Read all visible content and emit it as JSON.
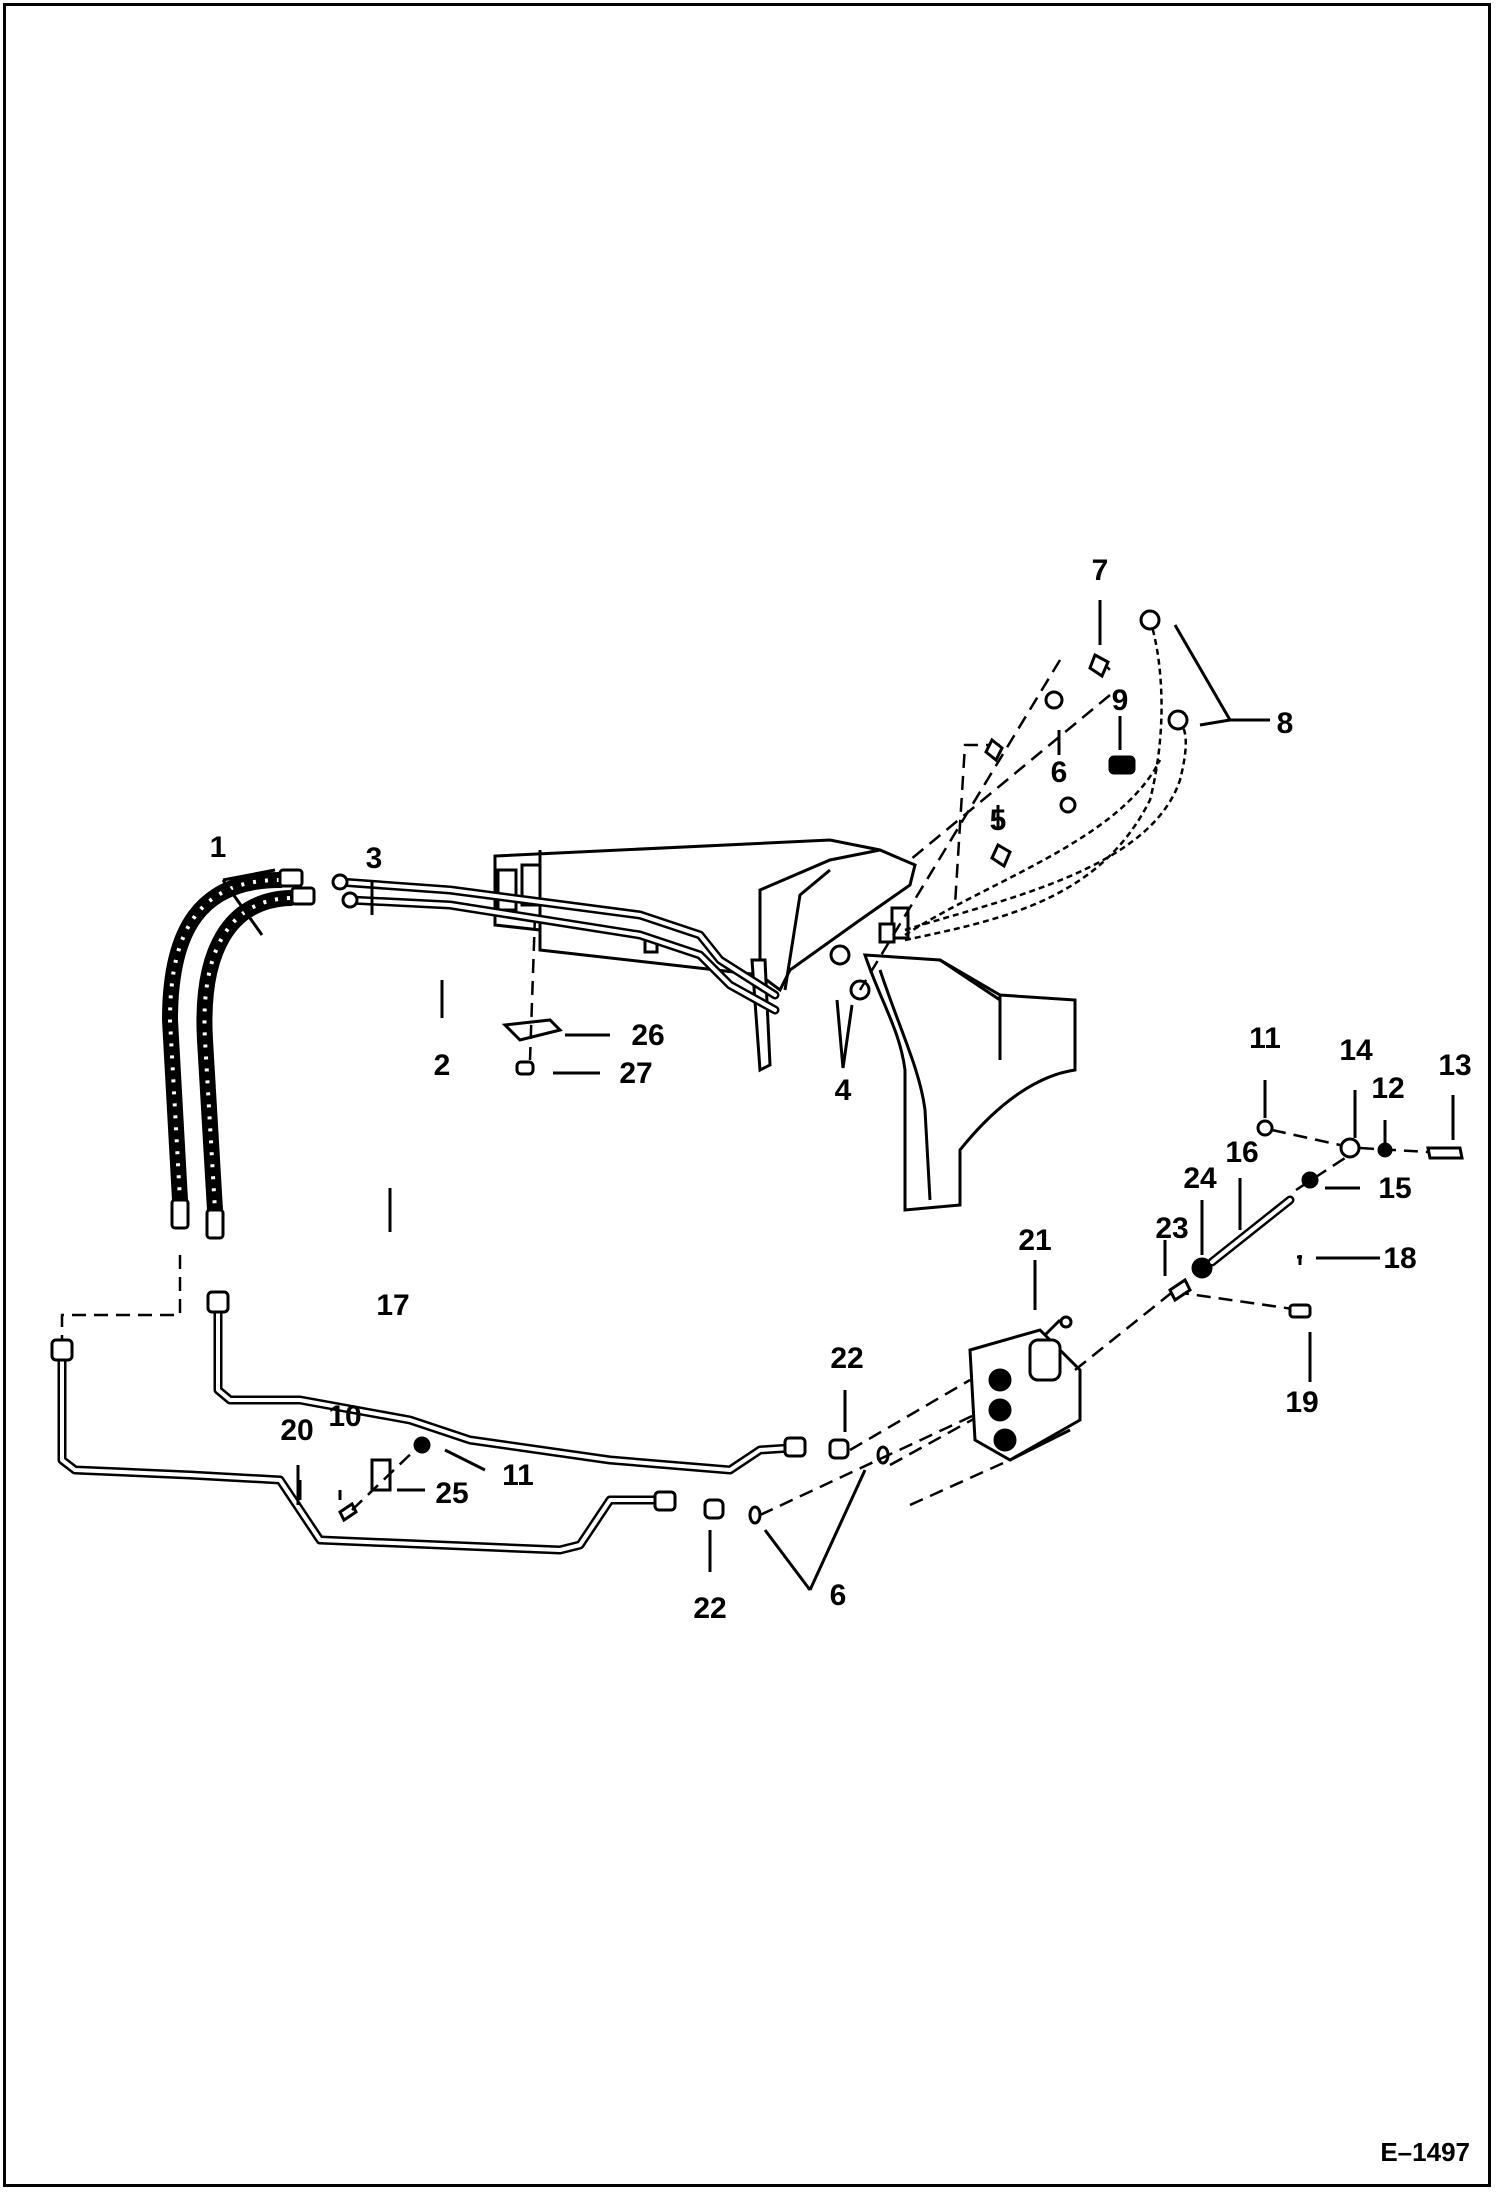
{
  "figure_id": "E–1497",
  "callouts": [
    {
      "id": "c1",
      "text": "1"
    },
    {
      "id": "c2",
      "text": "2"
    },
    {
      "id": "c3",
      "text": "3"
    },
    {
      "id": "c4",
      "text": "4"
    },
    {
      "id": "c5",
      "text": "5"
    },
    {
      "id": "c6a",
      "text": "6"
    },
    {
      "id": "c6b",
      "text": "6"
    },
    {
      "id": "c7",
      "text": "7"
    },
    {
      "id": "c8",
      "text": "8"
    },
    {
      "id": "c9",
      "text": "9"
    },
    {
      "id": "c10",
      "text": "10"
    },
    {
      "id": "c11a",
      "text": "11"
    },
    {
      "id": "c11b",
      "text": "11"
    },
    {
      "id": "c12",
      "text": "12"
    },
    {
      "id": "c13",
      "text": "13"
    },
    {
      "id": "c14",
      "text": "14"
    },
    {
      "id": "c15",
      "text": "15"
    },
    {
      "id": "c16",
      "text": "16"
    },
    {
      "id": "c17",
      "text": "17"
    },
    {
      "id": "c18",
      "text": "18"
    },
    {
      "id": "c19",
      "text": "19"
    },
    {
      "id": "c20",
      "text": "20"
    },
    {
      "id": "c21",
      "text": "21"
    },
    {
      "id": "c22a",
      "text": "22"
    },
    {
      "id": "c22b",
      "text": "22"
    },
    {
      "id": "c23",
      "text": "23"
    },
    {
      "id": "c24",
      "text": "24"
    },
    {
      "id": "c25",
      "text": "25"
    },
    {
      "id": "c26",
      "text": "26"
    },
    {
      "id": "c27",
      "text": "27"
    }
  ]
}
